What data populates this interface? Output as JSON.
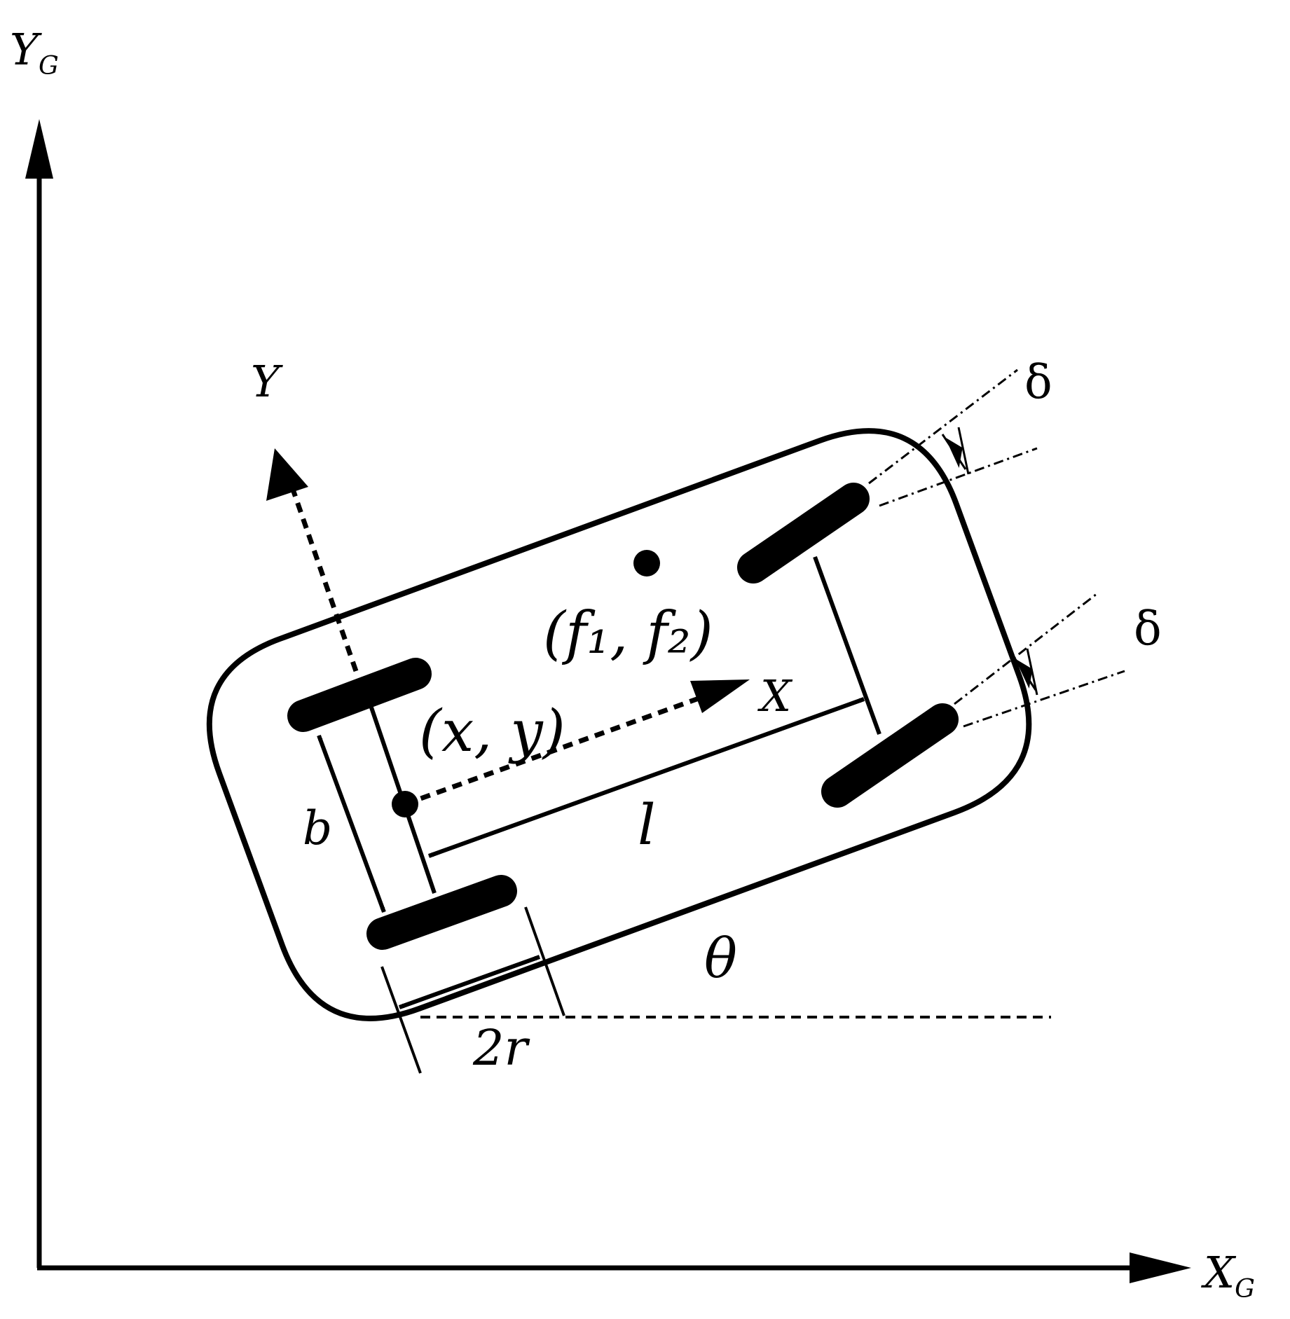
{
  "labels": {
    "global_y_axis": "Y",
    "global_y_sub": "G",
    "global_x_axis": "X",
    "global_x_sub": "G",
    "body_y_axis": "Y",
    "body_x_axis": "X",
    "center_point": "(x, y)",
    "focus_point": "(f₁, f₂)",
    "track_width": "b",
    "wheelbase": "l",
    "heading_angle": "θ",
    "wheel_diameter": "2r",
    "steer_angle_front": "δ",
    "steer_angle_rear": "δ"
  },
  "colors": {
    "ink": "#000000",
    "background": "#ffffff"
  }
}
